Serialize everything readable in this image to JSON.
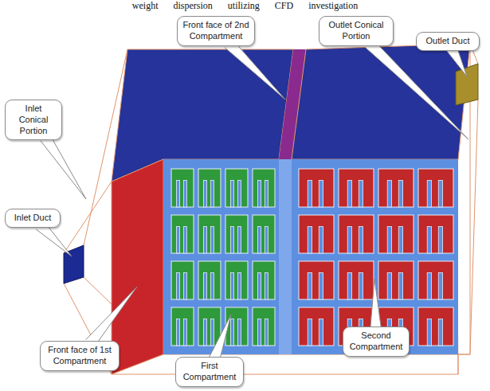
{
  "diagram": {
    "nodes": [
      {
        "text": [
          "Front face of 2nd Compartment"
        ]
      },
      {
        "text": [
          "Outlet Conical Portion"
        ]
      },
      {
        "text": [
          "Outlet Duct"
        ]
      },
      {
        "text": [
          "Inlet Conical Portion"
        ]
      },
      {
        "text": [
          "Inlet Duct"
        ]
      },
      {
        "text": [
          "Second Compartment"
        ]
      },
      {
        "text": [
          "Front face of 1st Compartment"
        ]
      },
      {
        "text": [
          "First Compartment"
        ]
      }
    ],
    "labels": [
      "weight dispersion utilizing CFD investigation"
    ]
  }
}
